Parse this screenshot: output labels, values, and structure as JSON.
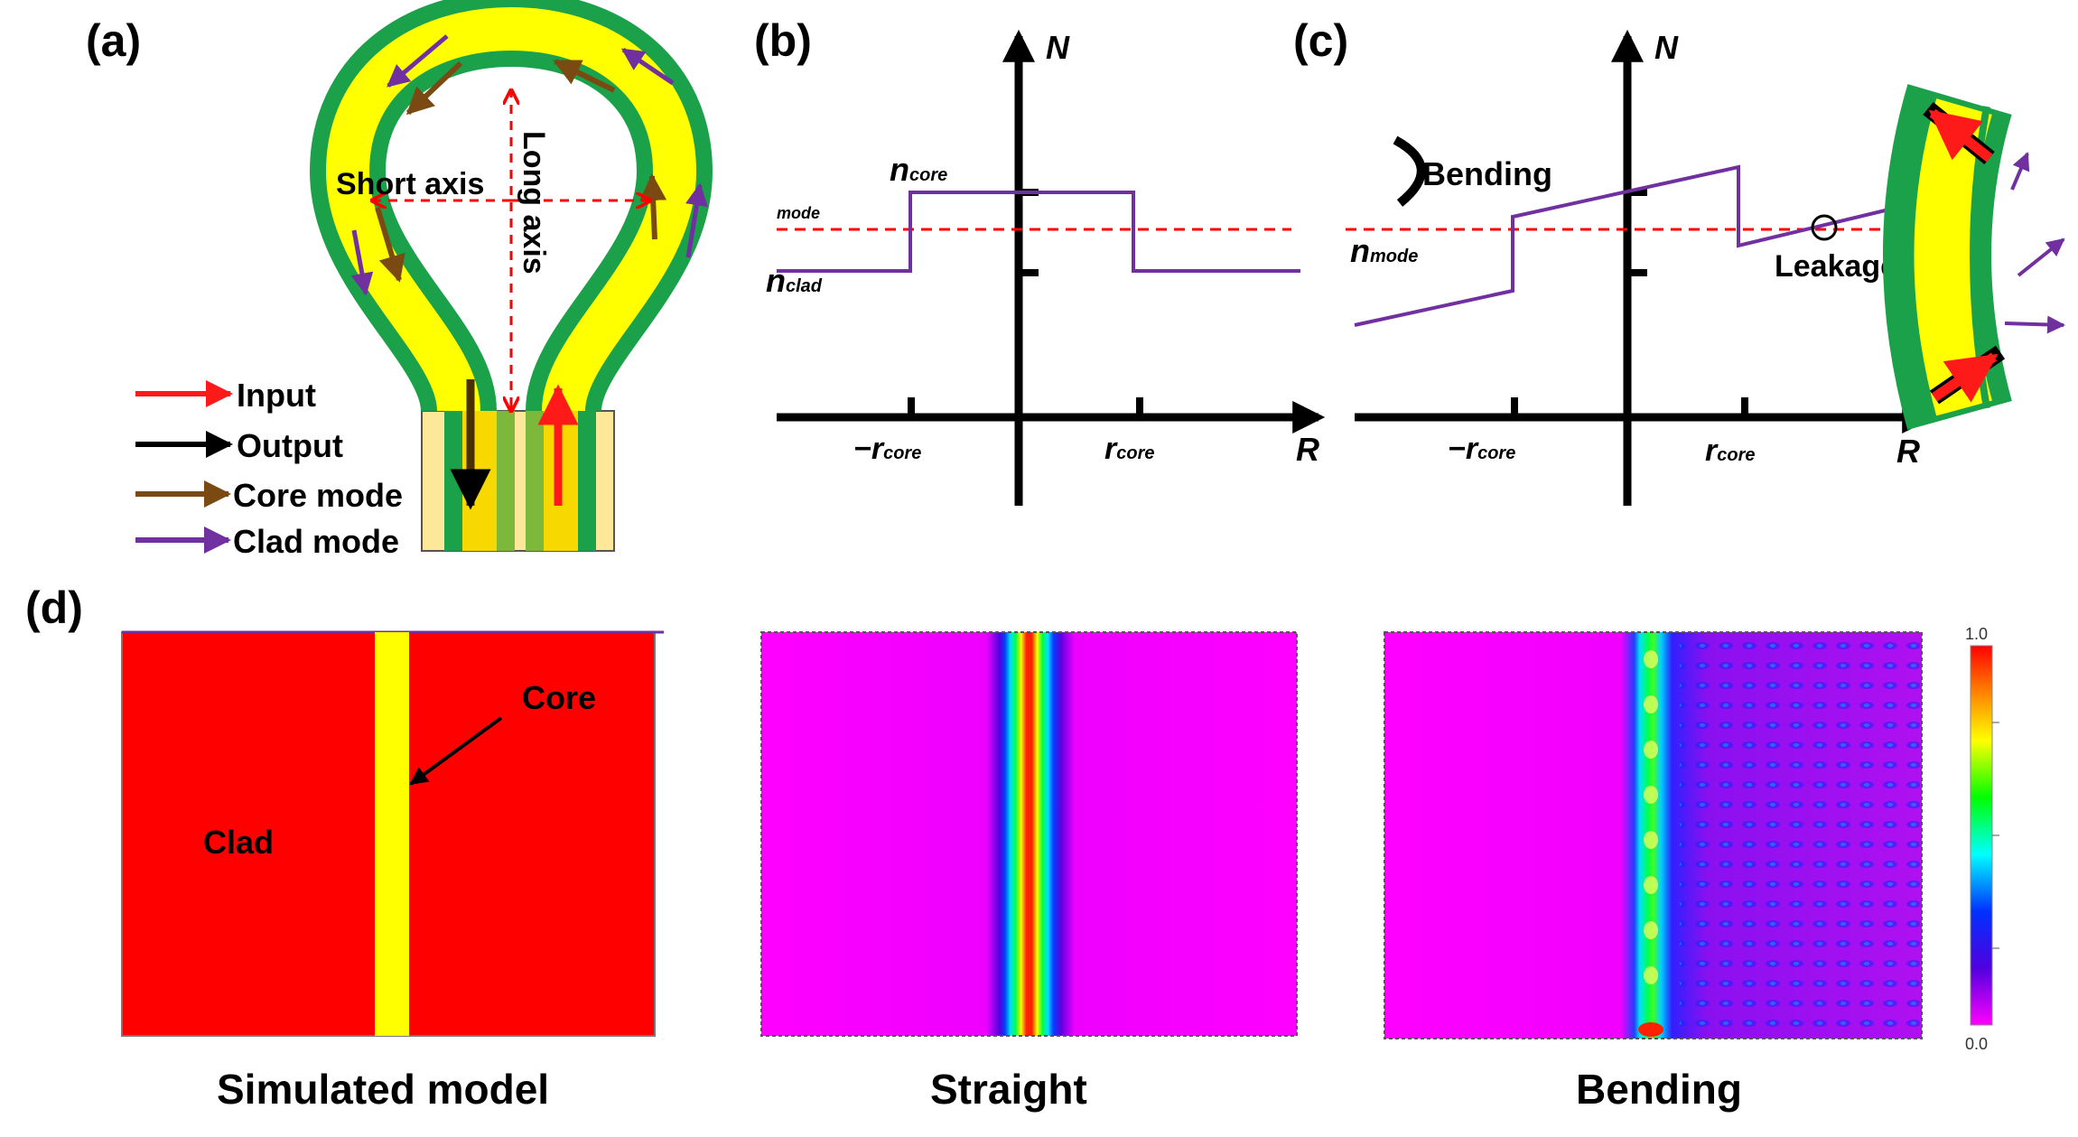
{
  "panels": {
    "a": {
      "label": "(a)",
      "short_axis": "Short axis",
      "long_axis": "Long axis",
      "legend": [
        {
          "label": "Input",
          "color": "#ff1a1a"
        },
        {
          "label": "Output",
          "color": "#000000"
        },
        {
          "label": "Core mode",
          "color": "#7a4a12"
        },
        {
          "label": "Clad mode",
          "color": "#7030a0"
        }
      ]
    },
    "b": {
      "label": "(b)",
      "axis_n": "N",
      "axis_r": "R",
      "n_core_base": "n",
      "n_core_sub": "core",
      "n_clad_base": "n",
      "n_clad_sub": "clad",
      "mode": "mode",
      "neg_r_base": "−r",
      "neg_r_sub": "core",
      "r_base": "r",
      "r_sub": "core"
    },
    "c": {
      "label": "(c)",
      "axis_n": "N",
      "axis_r": "R",
      "bending": "Bending",
      "n_mode_base": "n",
      "n_mode_sub": "mode",
      "leakage": "Leakage",
      "neg_r_base": "−r",
      "neg_r_sub": "core",
      "r_base": "r",
      "r_sub": "core"
    },
    "d": {
      "label": "(d)",
      "core_label": "Core",
      "clad_label": "Clad",
      "captions": [
        "Simulated model",
        "Straight",
        "Bending"
      ],
      "colorbar": {
        "max": "1.0",
        "min": "0.0"
      }
    }
  },
  "colors": {
    "green": "#1aa14a",
    "yellow": "#ffff00",
    "red": "#ff0000",
    "purple": "#7030a0",
    "magenta": "#ff00ff"
  }
}
